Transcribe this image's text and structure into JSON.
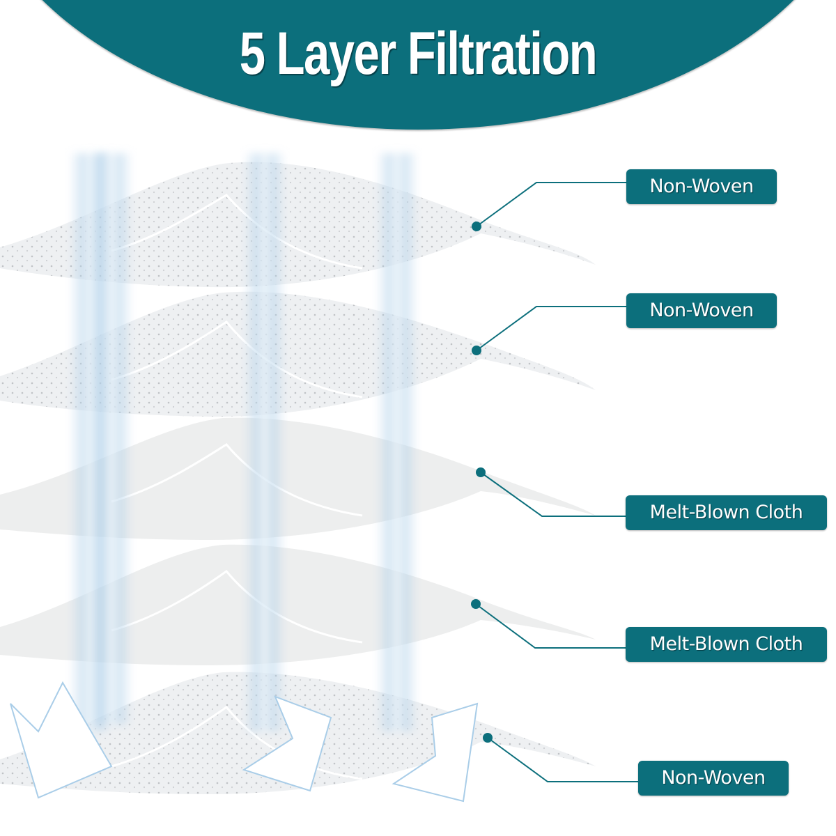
{
  "header": {
    "title": "5 Layer Filtration",
    "background_color": "#0c6f7c"
  },
  "layers": [
    {
      "index": 1,
      "label": "Non-Woven",
      "type": "non-woven"
    },
    {
      "index": 2,
      "label": "Non-Woven",
      "type": "non-woven"
    },
    {
      "index": 3,
      "label": "Melt-Blown Cloth",
      "type": "melt-blown"
    },
    {
      "index": 4,
      "label": "Melt-Blown Cloth",
      "type": "melt-blown"
    },
    {
      "index": 5,
      "label": "Non-Woven",
      "type": "non-woven"
    }
  ],
  "colors": {
    "accent": "#0c6f7c",
    "label_text": "#ffffff",
    "airflow_glow": "#a9cde8",
    "fabric": "#e9eaec"
  },
  "icons": {
    "airflow": "down-arrow-icon",
    "callout": "callout-dot-icon"
  }
}
